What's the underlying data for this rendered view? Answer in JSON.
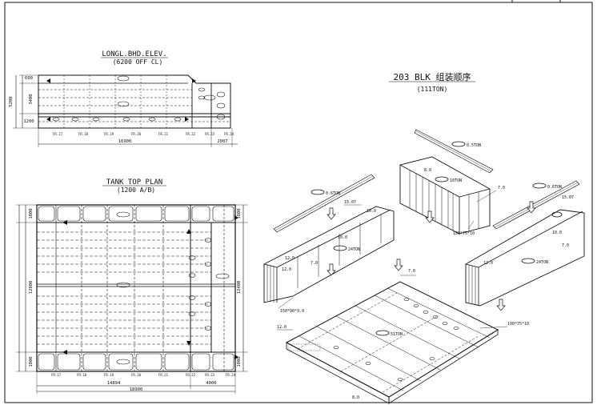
{
  "elevation": {
    "title": "LONGL.BHD.ELEV.",
    "subtitle": "(6200 OFF CL)",
    "dims_left": [
      "600",
      "3400",
      "1200"
    ],
    "dim_total_height": "5200",
    "dim_bottom_main": "16900",
    "dim_bottom_right": "2007",
    "frames": [
      "FR.17",
      "FR.18",
      "FR.19",
      "FR.20",
      "FR.21",
      "FR.22",
      "FR.23",
      "FR.24"
    ]
  },
  "plan": {
    "title": "TANK TOP PLAN",
    "subtitle": "(1200 A/B)",
    "dims_left": [
      "1800",
      "12800",
      "1800"
    ],
    "dims_right": [
      "1800",
      "12400",
      "1800"
    ],
    "frames": [
      "FR.17",
      "FR.18",
      "FR.19",
      "FR.20",
      "FR.21",
      "FR.22",
      "FR.23",
      "FR.24"
    ],
    "dims_bottom": [
      "14894",
      "4006"
    ],
    "dim_bottom_total": "18900"
  },
  "assembly": {
    "title": "203 BLK 组装顺序",
    "subtitle": "(111TON)",
    "weights": [
      "0.5TON",
      "10TON",
      "0.6TON",
      "24TON",
      "0.6TON",
      "24TON",
      "51TON"
    ],
    "labels": {
      "top_8": "8.0",
      "top_7": "7.0",
      "top_profile": "100*75*10",
      "left_1507": "15.07",
      "left_100": "10.0",
      "left_120": "12.0",
      "left_70": "7.0",
      "left_profile": "150*90*9.0",
      "right_1507": "15.07",
      "right_100": "10.0",
      "right_70": "7.0",
      "right_120": "12.0",
      "bottom_70": "7.0",
      "bottom_120": "12.0",
      "bottom_profile": "100*75*10",
      "bottom_80": "8.0"
    }
  }
}
